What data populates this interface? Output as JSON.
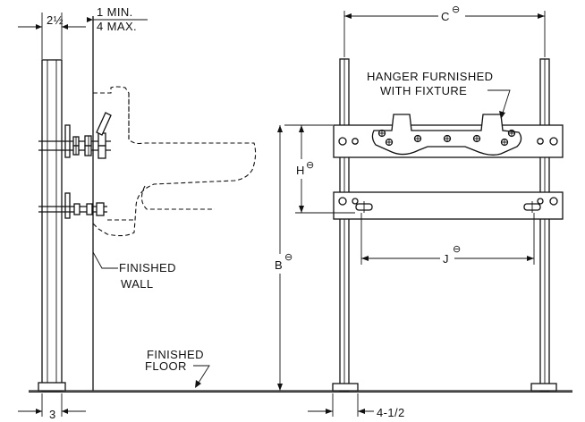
{
  "dimensions": {
    "left_top_width": "2½",
    "left_top_offset_min": "1 MIN.",
    "left_top_offset_max": "4 MAX.",
    "left_bottom_width": "3",
    "right_bottom_width": "4-1/2",
    "dim_c": "C",
    "dim_h": "H",
    "dim_b": "B",
    "dim_j": "J"
  },
  "labels": {
    "hanger_line1": "HANGER FURNISHED",
    "hanger_line2": "WITH FIXTURE",
    "wall_line1": "FINISHED",
    "wall_line2": "WALL",
    "floor_line1": "FINISHED",
    "floor_line2": "FLOOR"
  },
  "symbols": {
    "finish_marker": "⊖"
  }
}
